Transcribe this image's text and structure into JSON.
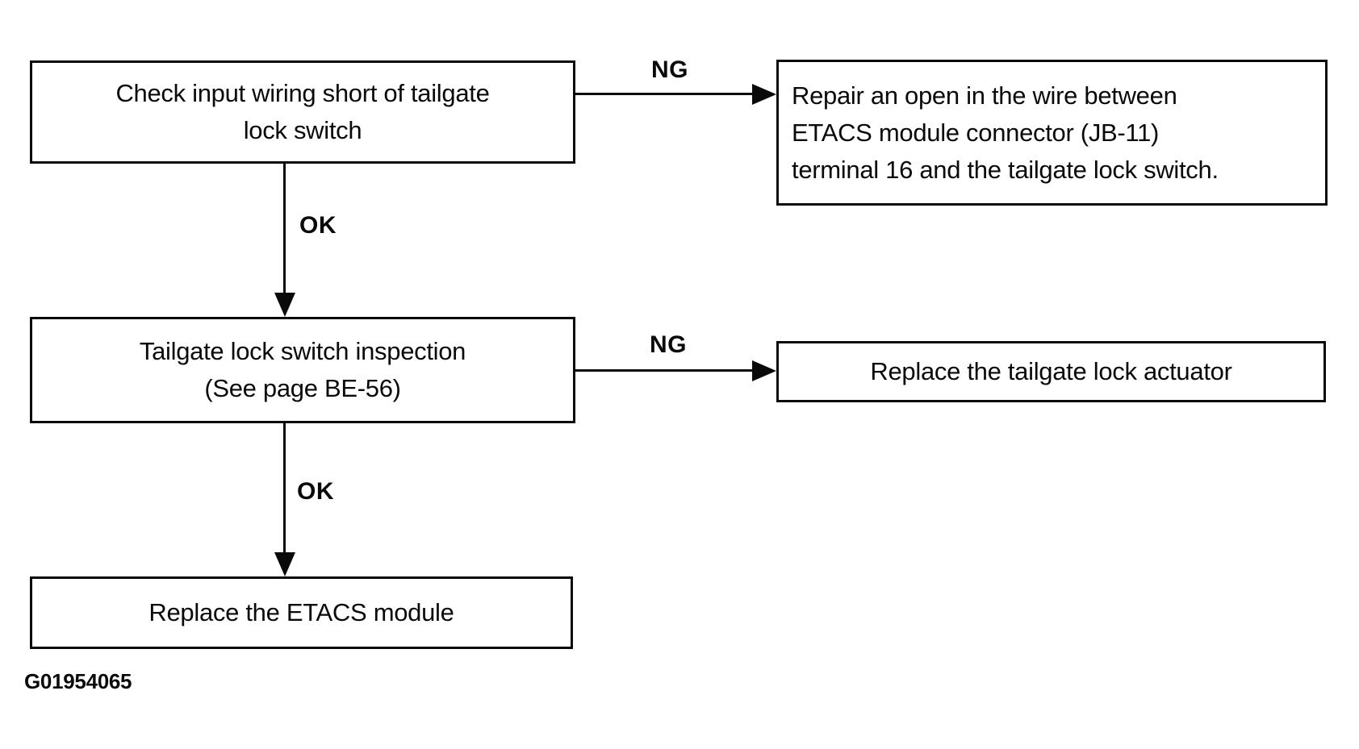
{
  "diagram": {
    "type": "flowchart",
    "figure_id": "G01954065",
    "nodes": [
      {
        "id": "check-input-wiring-short",
        "role": "test-step",
        "lines": [
          "Check input wiring short of tailgate",
          "lock switch"
        ]
      },
      {
        "id": "repair-open-wire",
        "role": "action",
        "lines": [
          "Repair an open in the wire between",
          "ETACS module connector (JB-11)",
          "terminal 16 and the tailgate lock switch."
        ]
      },
      {
        "id": "tailgate-lock-switch-inspection",
        "role": "test-step",
        "lines": [
          "Tailgate lock switch inspection",
          "(See page BE-56)"
        ]
      },
      {
        "id": "replace-tailgate-lock-actuator",
        "role": "action",
        "lines": [
          "Replace the tailgate lock actuator"
        ]
      },
      {
        "id": "replace-etacs-module",
        "role": "action",
        "lines": [
          "Replace the ETACS module"
        ]
      }
    ],
    "edges": [
      {
        "from": "check-input-wiring-short",
        "to": "repair-open-wire",
        "label": "NG",
        "direction": "right"
      },
      {
        "from": "check-input-wiring-short",
        "to": "tailgate-lock-switch-inspection",
        "label": "OK",
        "direction": "down"
      },
      {
        "from": "tailgate-lock-switch-inspection",
        "to": "replace-tailgate-lock-actuator",
        "label": "NG",
        "direction": "right"
      },
      {
        "from": "tailgate-lock-switch-inspection",
        "to": "replace-etacs-module",
        "label": "OK",
        "direction": "down"
      }
    ],
    "colors": {
      "line": "#0a0a0a",
      "background": "#ffffff",
      "text": "#0a0a0a"
    }
  }
}
